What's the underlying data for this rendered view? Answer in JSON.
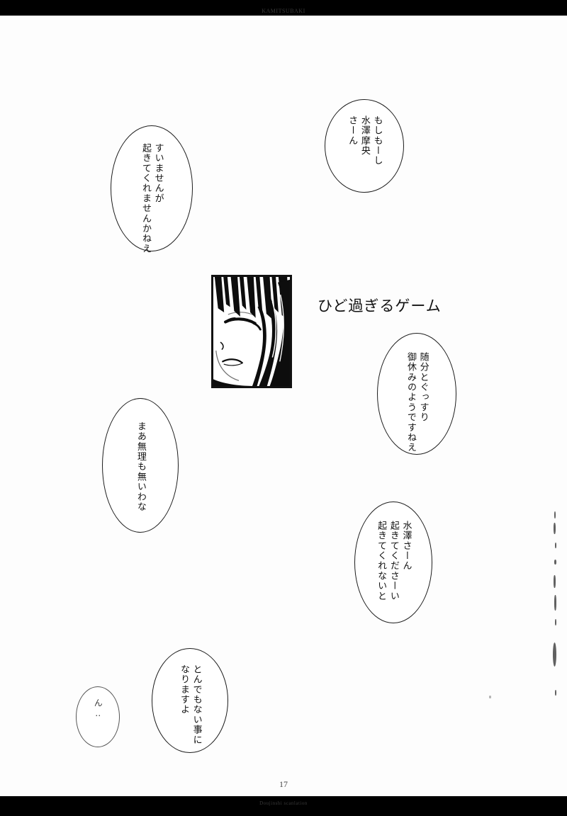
{
  "document": {
    "page_number": "17",
    "title": "ひど過ぎるゲーム",
    "scan_header": "KAMITSUBAKI",
    "scan_footer": "Doujinshi scanlation"
  },
  "panel": {
    "name": "sleeping-girl-panel",
    "description": "close-up of a sleeping girl's face with closed eyes and long flowing hair"
  },
  "balloons": [
    {
      "id": "balloon-moshimoshi",
      "lines": [
        "もしもーし",
        "水澤摩央",
        "さーん"
      ]
    },
    {
      "id": "balloon-suimasenga",
      "lines": [
        "すいませんが",
        "起きてくれませんかねえ"
      ]
    },
    {
      "id": "balloon-zuibun",
      "lines": [
        "随分とぐっすり",
        "御休みのようですねえ"
      ]
    },
    {
      "id": "balloon-muri",
      "lines": [
        "まあ無理も無いわな"
      ]
    },
    {
      "id": "balloon-okite",
      "lines": [
        "水澤さーん",
        "起きてくださーい",
        "起きてくれないと"
      ]
    },
    {
      "id": "balloon-tondemonai",
      "lines": [
        "とんでもない事に",
        "なりますよ"
      ]
    },
    {
      "id": "balloon-n",
      "lines": [
        "ん‥"
      ]
    }
  ],
  "colors": {
    "paper": "#fdfdfd",
    "ink": "#111111",
    "scanbar": "#000000"
  }
}
